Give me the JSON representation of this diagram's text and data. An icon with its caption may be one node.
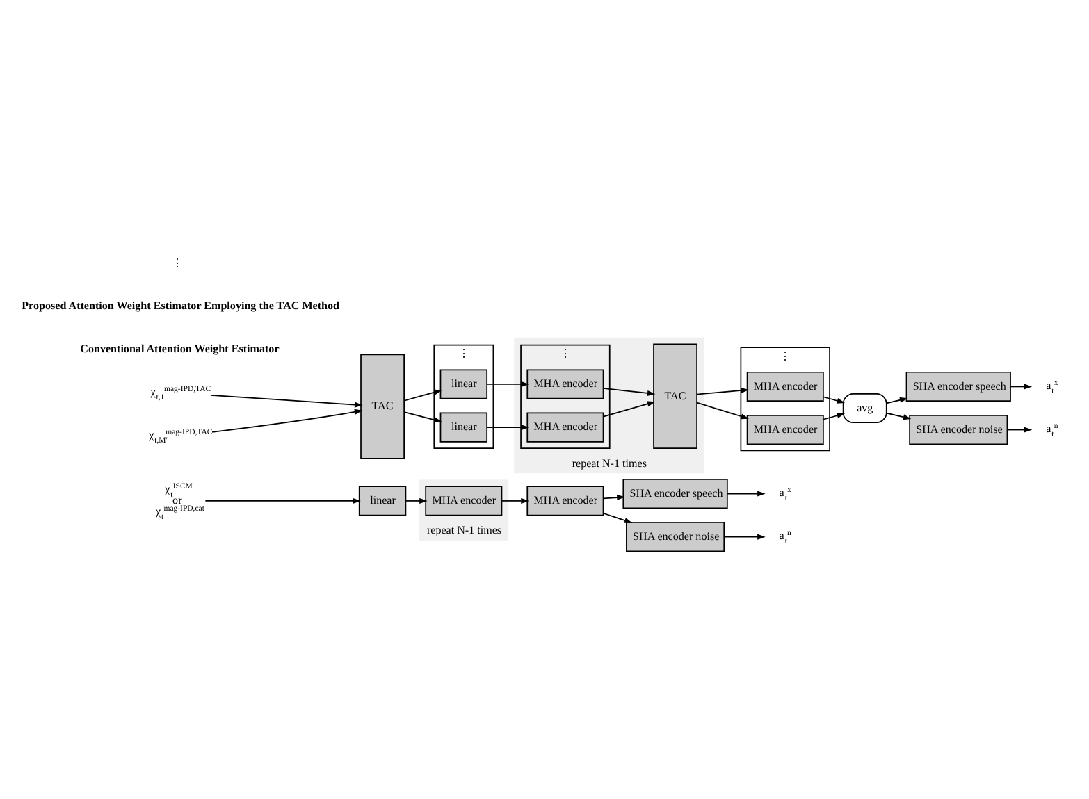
{
  "diagram": {
    "nodes": [
      {
        "text": [
          "χ$_{t}$$^{ISCM}$",
          "or",
          "χ$_{t}$$^{mag-IPD,cat}$"
        ]
      },
      {
        "text": [
          "linear"
        ]
      },
      {
        "text": [
          "repeat N-1 times"
        ]
      },
      {
        "text": [
          "MHA encoder"
        ],
        "in": 2
      },
      {
        "text": [
          "MHA encoder"
        ]
      },
      {
        "text": [
          "SHA encoder speech"
        ]
      },
      {
        "text": [
          "SHA encoder noise"
        ]
      },
      {
        "text": [
          "a$_{t}$$^{x}$"
        ]
      },
      {
        "text": [
          "a$_{t}$$^{n}$"
        ]
      },
      {
        "text": [
          "χ$_{t,1}$$^{mag-IPD,TAC}$"
        ]
      },
      {
        "text": [
          "χ$_{t,M′}$$^{mag-IPD,TAC}$"
        ]
      },
      {
        "text": [
          "TAC"
        ]
      },
      {
        "text": [
          "⋮"
        ]
      },
      {
        "text": [
          "linear"
        ],
        "in": 12
      },
      {
        "text": [
          "linear"
        ],
        "in": 12
      },
      {
        "text": [
          "repeat N-1 times"
        ]
      },
      {
        "text": [
          "⋮"
        ],
        "in": 15
      },
      {
        "text": [
          "MHA encoder"
        ],
        "in": 16
      },
      {
        "text": [
          "MHA encoder"
        ],
        "in": 16
      },
      {
        "text": [
          "TAC"
        ],
        "in": 15
      },
      {
        "text": [
          "⋮"
        ]
      },
      {
        "text": [
          "MHA encoder"
        ],
        "in": 20
      },
      {
        "text": [
          "MHA encoder"
        ],
        "in": 20
      },
      {
        "text": [
          "avg"
        ]
      },
      {
        "text": [
          "SHA encoder speech"
        ]
      },
      {
        "text": [
          "SHA encoder noise"
        ]
      },
      {
        "text": [
          "a$_{t}$$^{x}$"
        ]
      },
      {
        "text": [
          "a$_{t}$$^{n}$"
        ]
      }
    ],
    "edges": [
      {
        "from": 0,
        "to": 1,
        "arrow": "to"
      },
      {
        "from": 1,
        "to": 3,
        "arrow": "to"
      },
      {
        "from": 3,
        "to": 4,
        "arrow": "to"
      },
      {
        "from": 4,
        "to": 5,
        "arrow": "to"
      },
      {
        "from": 4,
        "to": 6,
        "arrow": "to"
      },
      {
        "from": 5,
        "to": 7,
        "arrow": "to"
      },
      {
        "from": 6,
        "to": 8,
        "arrow": "to"
      },
      {
        "from": 9,
        "to": 11,
        "arrow": "to"
      },
      {
        "from": 10,
        "to": 11,
        "arrow": "to"
      },
      {
        "from": 11,
        "to": 13,
        "arrow": "to"
      },
      {
        "from": 11,
        "to": 14,
        "arrow": "to"
      },
      {
        "from": 13,
        "to": 17,
        "arrow": "to"
      },
      {
        "from": 14,
        "to": 18,
        "arrow": "to"
      },
      {
        "from": 17,
        "to": 19,
        "arrow": "to"
      },
      {
        "from": 18,
        "to": 19,
        "arrow": "to"
      },
      {
        "from": 19,
        "to": 21,
        "arrow": "to"
      },
      {
        "from": 19,
        "to": 22,
        "arrow": "to"
      },
      {
        "from": 21,
        "to": 23,
        "arrow": "to"
      },
      {
        "from": 22,
        "to": 23,
        "arrow": "to"
      },
      {
        "from": 23,
        "to": 24,
        "arrow": "to"
      },
      {
        "from": 23,
        "to": 25,
        "arrow": "to"
      },
      {
        "from": 24,
        "to": 26,
        "arrow": "to"
      },
      {
        "from": 25,
        "to": 27,
        "arrow": "to"
      }
    ],
    "labels": [
      "Conventional Attention Weight Estimator",
      "Proposed Attention Weight Estimator Employing the TAC Method",
      "⋮"
    ]
  }
}
